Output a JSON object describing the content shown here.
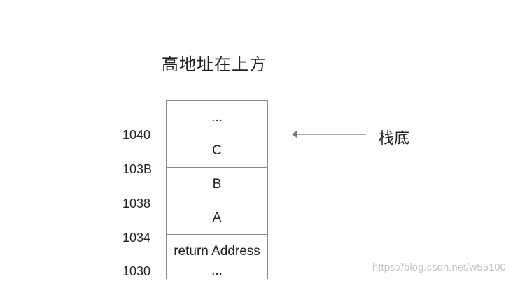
{
  "title": "高地址在上方",
  "stack": {
    "cells": [
      "...",
      "C",
      "B",
      "A",
      "return Address",
      "..."
    ]
  },
  "addresses": [
    "1040",
    "103B",
    "1038",
    "1034",
    "1030"
  ],
  "bottom_marker": {
    "label": "栈底",
    "icon": "arrow-left-icon"
  },
  "watermark": "https://blog.csdn.net/w55100",
  "colors": {
    "border": "#8a8a8a",
    "arrow": "#777777",
    "watermark": "#c4c4c4"
  }
}
